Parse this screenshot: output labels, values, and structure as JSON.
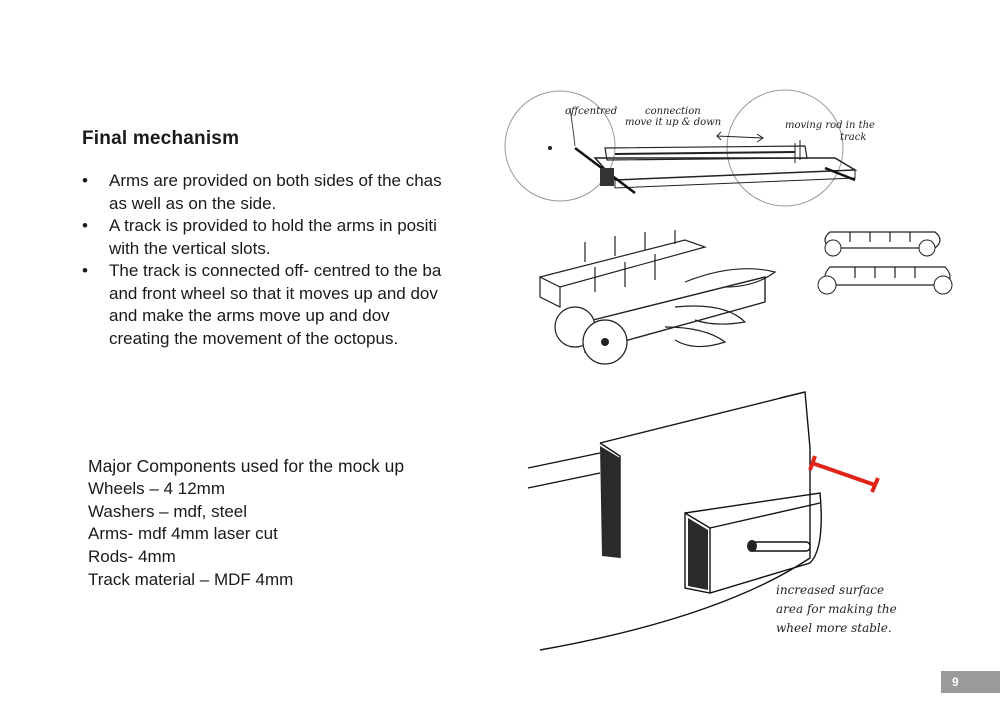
{
  "title": "Final mechanism",
  "bullets": [
    {
      "lines": [
        "Arms are provided on both sides of the chas",
        "as well as on the side."
      ]
    },
    {
      "lines": [
        "A track is provided to hold the arms in positi",
        "with the vertical slots."
      ]
    },
    {
      "lines": [
        "The track is connected off- centred to the ba",
        "and front wheel so that it moves up and dov",
        "and  make  the  arms  move  up  and  dov",
        "creating the movement of the octopus."
      ]
    }
  ],
  "components": {
    "heading": "Major Components used for the mock up",
    "items": [
      "Wheels – 4 12mm",
      "Washers – mdf, steel",
      "Arms- mdf 4mm laser cut",
      "Rods- 4mm",
      "Track material – MDF 4mm"
    ]
  },
  "sketch_notes": {
    "offcentred": "offcentred",
    "connection": "connection",
    "move": "move it up & down",
    "moving_rod": "moving rod in the",
    "track": "track",
    "increased_1": "increased surface",
    "increased_2": "area for making the",
    "increased_3": "wheel more stable."
  },
  "colors": {
    "accent_arrow": "#e02418",
    "page_badge": "#9a9a9a"
  },
  "page_number": "9"
}
